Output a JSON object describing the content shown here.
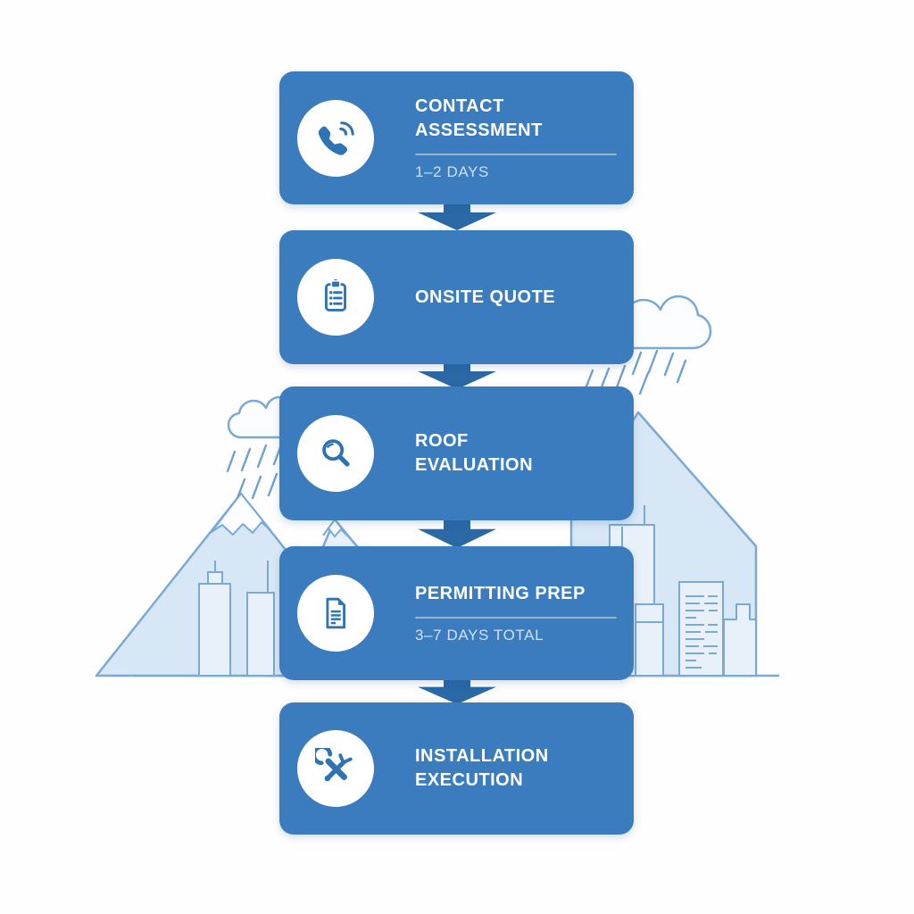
{
  "infographic": {
    "steps": [
      {
        "title": "CONTACT\nASSESSMENT",
        "subtitle": "1–2 DAYS",
        "icon": "phone-icon"
      },
      {
        "title": "ONSITE QUOTE",
        "icon": "clipboard-icon"
      },
      {
        "title": "ROOF\nEVALUATION",
        "icon": "magnifier-icon"
      },
      {
        "title": "PERMITTING PREP",
        "subtitle": "3–7 DAYS TOTAL",
        "icon": "document-icon"
      },
      {
        "title": "INSTALLATION\nEXECUTION",
        "icon": "tools-icon"
      }
    ],
    "colors": {
      "card_blue": "#3A7CBE",
      "arrow_blue": "#2B68A6",
      "icon_blue": "#2E74B5",
      "subtitle_text": "#CDE0F1",
      "divider": "#A9BFD4",
      "art_outline": "#7AA9D6",
      "art_fill": "#D8E7F5",
      "rain_blue": "#6FA0D0",
      "background": "#FEFEFE"
    }
  }
}
